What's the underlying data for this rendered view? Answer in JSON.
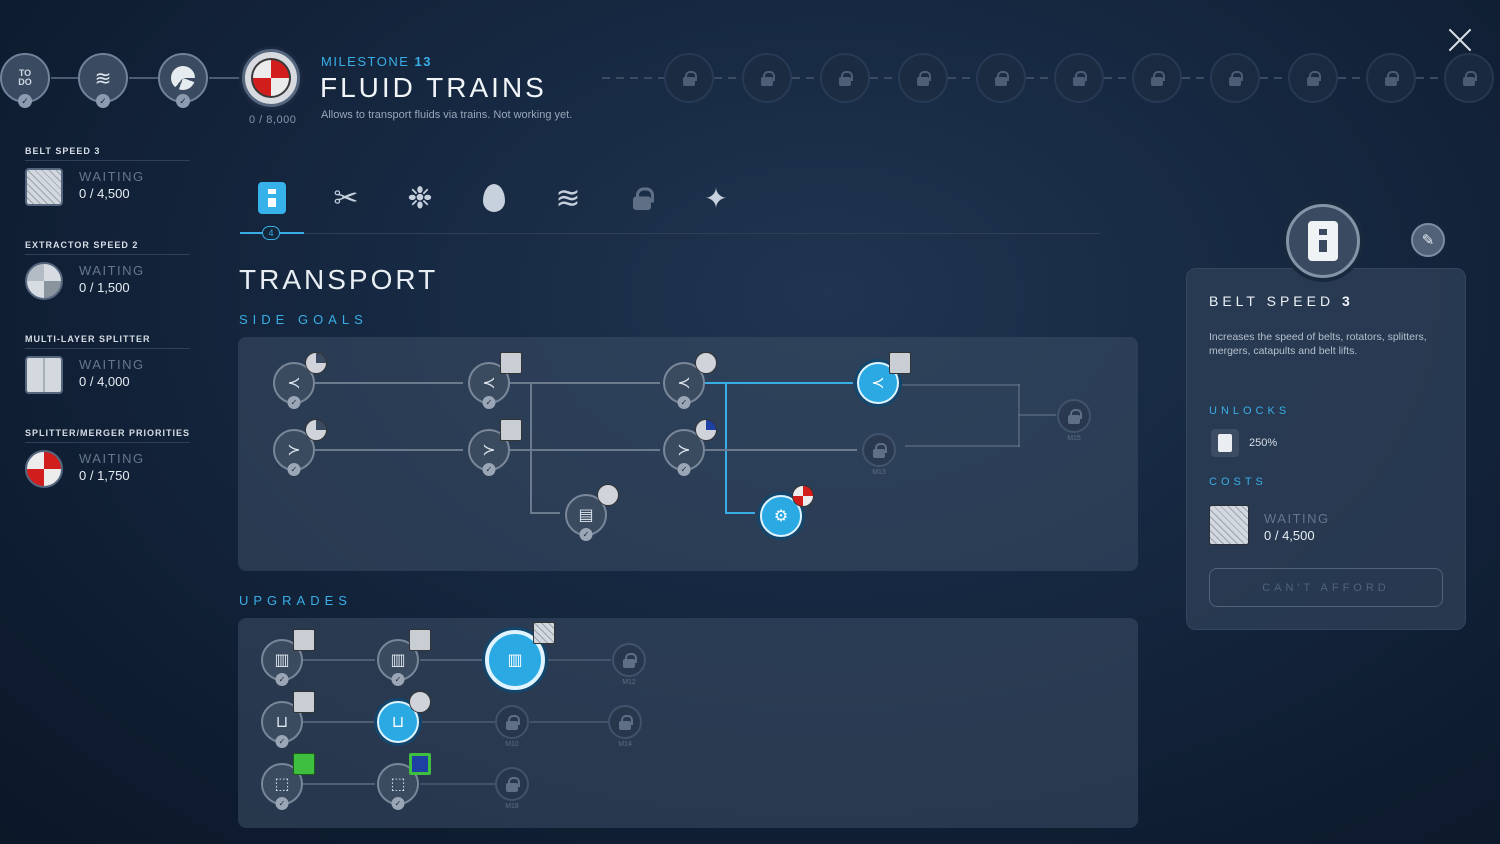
{
  "milestone": {
    "label": "MILESTONE",
    "number": "13",
    "title": "FLUID TRAINS",
    "description": "Allows to transport fluids via trains. Not working yet.",
    "progress": "0 / 8,000",
    "progress_fraction": 0
  },
  "top_nodes": [
    {
      "icon": "todo-icon",
      "state": "done"
    },
    {
      "icon": "train-icon",
      "state": "done"
    },
    {
      "icon": "cutter-icon",
      "state": "done"
    }
  ],
  "locked_milestones": 11,
  "goals": [
    {
      "title": "BELT SPEED 3",
      "state": "WAITING",
      "count": "0 / 4,500"
    },
    {
      "title": "EXTRACTOR SPEED 2",
      "state": "WAITING",
      "count": "0 / 1,500"
    },
    {
      "title": "MULTI-LAYER SPLITTER",
      "state": "WAITING",
      "count": "0 / 4,000"
    },
    {
      "title": "SPLITTER/MERGER PRIORITIES",
      "state": "WAITING",
      "count": "0 / 1,750"
    }
  ],
  "tabs": [
    {
      "name": "transport",
      "glyph": "",
      "active": true,
      "badge": "4"
    },
    {
      "name": "cutting",
      "glyph": "✂"
    },
    {
      "name": "processing",
      "glyph": "❉"
    },
    {
      "name": "fluids",
      "glyph": "💧"
    },
    {
      "name": "trains",
      "glyph": "≋"
    },
    {
      "name": "locked",
      "glyph": ""
    },
    {
      "name": "special",
      "glyph": "✦"
    }
  ],
  "section": {
    "title": "TRANSPORT",
    "side_goals": "SIDE GOALS",
    "upgrades": "UPGRADES"
  },
  "tree_labels": {
    "m15": "M15",
    "m13": "M13",
    "m12": "M12",
    "m10": "M10",
    "m14": "M14",
    "m18": "M18"
  },
  "detail": {
    "title": "BELT SPEED",
    "level": "3",
    "description": "Increases the speed of belts, rotators, splitters, mergers, catapults and belt lifts.",
    "unlocks_label": "UNLOCKS",
    "unlock_value": "250%",
    "costs_label": "COSTS",
    "cost_state": "WAITING",
    "cost_count": "0 / 4,500",
    "button": "CAN'T AFFORD"
  },
  "colors": {
    "accent": "#39aee6",
    "red": "#d21d1d",
    "panel": "#3c4e66"
  }
}
